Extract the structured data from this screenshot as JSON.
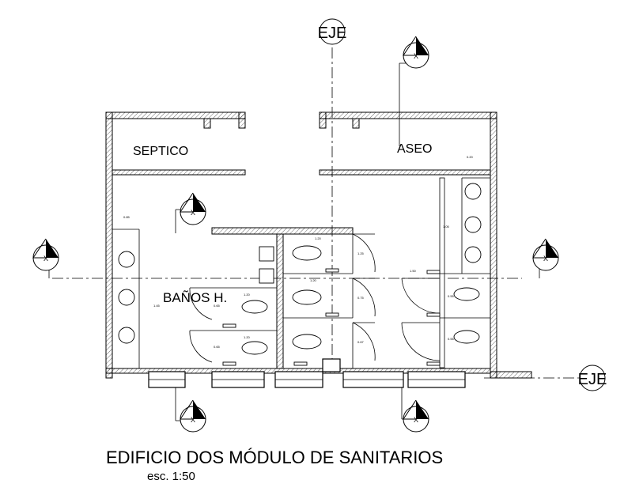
{
  "drawing": {
    "title": "EDIFICIO DOS MÓDULO DE SANITARIOS",
    "scale": "esc. 1:50"
  },
  "rooms": {
    "septico": "SEPTICO",
    "aseo": "ASEO",
    "banos": "BAÑOS H."
  },
  "axis_tags": {
    "eje": "EJE",
    "x": "X"
  },
  "dimensions": {
    "d_020": "0.20",
    "d_085": "0.85",
    "d_120": "1.20",
    "d_125": "1.25",
    "d_075": "0.75",
    "d_065": "0.65",
    "d_145": "1.45",
    "d_105": "1.05",
    "d_150": "1.50",
    "d_067": "0.67",
    "d_055": "0.55"
  }
}
